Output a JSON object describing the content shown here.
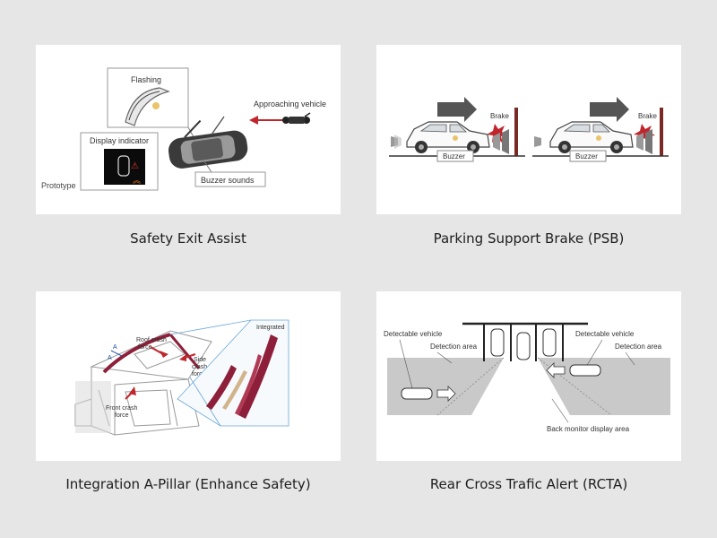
{
  "panels": [
    {
      "caption": "Safety Exit Assist",
      "labels": {
        "flashing": "Flashing",
        "approaching": "Approaching vehicle",
        "display": "Display indicator",
        "prototype": "Prototype",
        "buzzer": "Buzzer sounds"
      }
    },
    {
      "caption": "Parking Support Brake (PSB)",
      "labels": {
        "brake_left": "Brake",
        "brake_right": "Brake",
        "buzzer_left": "Buzzer",
        "buzzer_right": "Buzzer"
      }
    },
    {
      "caption": "Integration A-Pillar (Enhance Safety)",
      "labels": {
        "integrated": "Integrated",
        "roof1": "Roof crash",
        "roof2": "force",
        "side1": "Side",
        "side2": "crash",
        "side3": "force",
        "front1": "Front crash",
        "front2": "force",
        "a_top": "A",
        "a_bottom": "A"
      }
    },
    {
      "caption": "Rear Cross Trafic Alert (RCTA)",
      "labels": {
        "detectable_left": "Detectable vehicle",
        "detection_left": "Detection area",
        "detectable_right": "Detectable vehicle",
        "detection_right": "Detection area",
        "monitor": "Back monitor display area"
      }
    }
  ],
  "colors": {
    "background": "#e6e6e6",
    "card": "#ffffff",
    "accent_red": "#c0262c",
    "pillar": "#8e1f3a",
    "post": "#7a2a22",
    "arrow_gray": "#555555"
  }
}
